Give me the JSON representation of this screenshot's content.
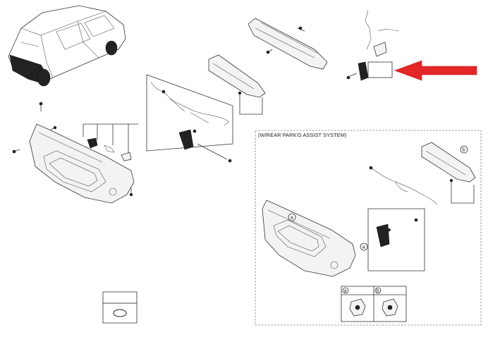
{
  "inset": {
    "title": "(W/REAR PARK'G ASSIST SYSTEM)"
  },
  "callouts": {
    "a": "a",
    "b": "b"
  },
  "detail_labels": {
    "a": "a",
    "b": "b"
  },
  "highlight": {
    "arrow_color": "#e32626",
    "arrow_direction": "left"
  },
  "icons": {
    "vehicle": "hatchback-rear-view-icon",
    "arrow": "red-arrow-left-icon",
    "seal": "oval-grommet-icon"
  }
}
